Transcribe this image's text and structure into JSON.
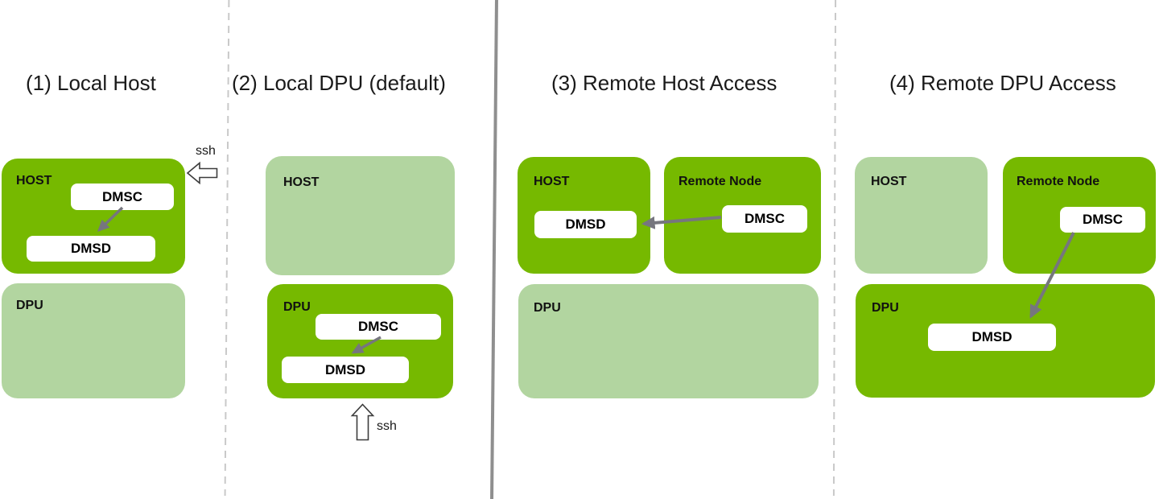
{
  "colors": {
    "active_green": "#76B900",
    "inactive_green": "#B2D5A0",
    "connector_gray": "#76767E",
    "solid_divider_gray": "#8F8F8F",
    "dashed_divider_gray": "#C9C9C9",
    "chip_white": "#FFFFFF"
  },
  "p1": {
    "title": "(1) Local Host",
    "host": "HOST",
    "dpu": "DPU",
    "dmsc": "DMSC",
    "dmsd": "DMSD",
    "ssh": "ssh"
  },
  "p2": {
    "title": "(2) Local DPU (default)",
    "host": "HOST",
    "dpu": "DPU",
    "dmsc": "DMSC",
    "dmsd": "DMSD",
    "ssh": "ssh"
  },
  "p3": {
    "title": "(3) Remote Host Access",
    "host": "HOST",
    "remote": "Remote Node",
    "dpu": "DPU",
    "dmsc": "DMSC",
    "dmsd": "DMSD"
  },
  "p4": {
    "title": "(4) Remote DPU Access",
    "host": "HOST",
    "remote": "Remote Node",
    "dpu": "DPU",
    "dmsc": "DMSC",
    "dmsd": "DMSD"
  }
}
